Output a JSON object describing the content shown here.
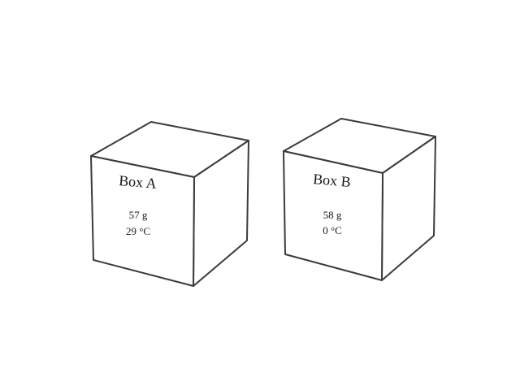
{
  "boxes": [
    {
      "title": "Box A",
      "mass": "57 g",
      "temperature": "29 °C"
    },
    {
      "title": "Box B",
      "mass": "58 g",
      "temperature": "0 °C"
    }
  ],
  "colors": {
    "background": "#ffffff",
    "outline": "#3b3b3b",
    "text": "#1a1a1a"
  }
}
